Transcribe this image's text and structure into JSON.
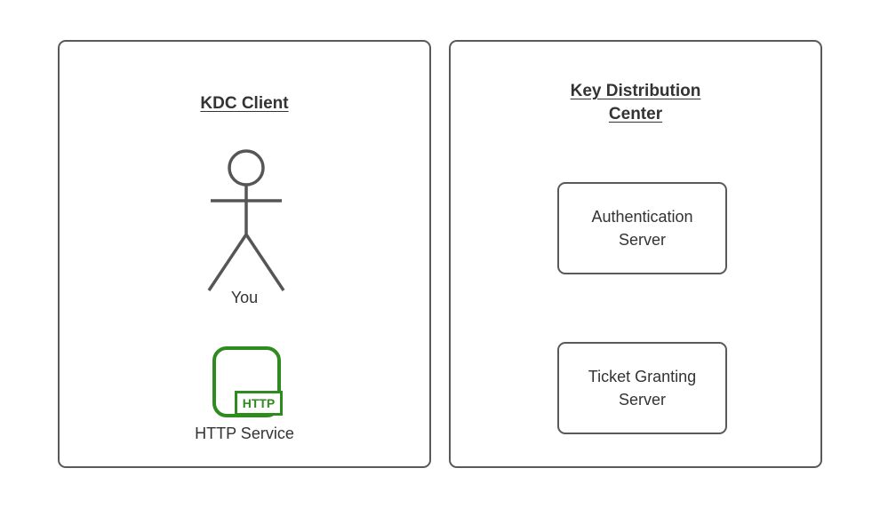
{
  "colors": {
    "background": "#ffffff",
    "shape_border": "#595959",
    "text": "#333333",
    "service_green": "#2e8b1e"
  },
  "left_panel": {
    "title": "KDC Client",
    "actor_label": "You",
    "service_label": "HTTP Service",
    "service_badge": "HTTP"
  },
  "right_panel": {
    "title": "Key Distribution Center",
    "boxes": [
      {
        "label": "Authentication Server"
      },
      {
        "label": "Ticket Granting Server"
      }
    ]
  }
}
